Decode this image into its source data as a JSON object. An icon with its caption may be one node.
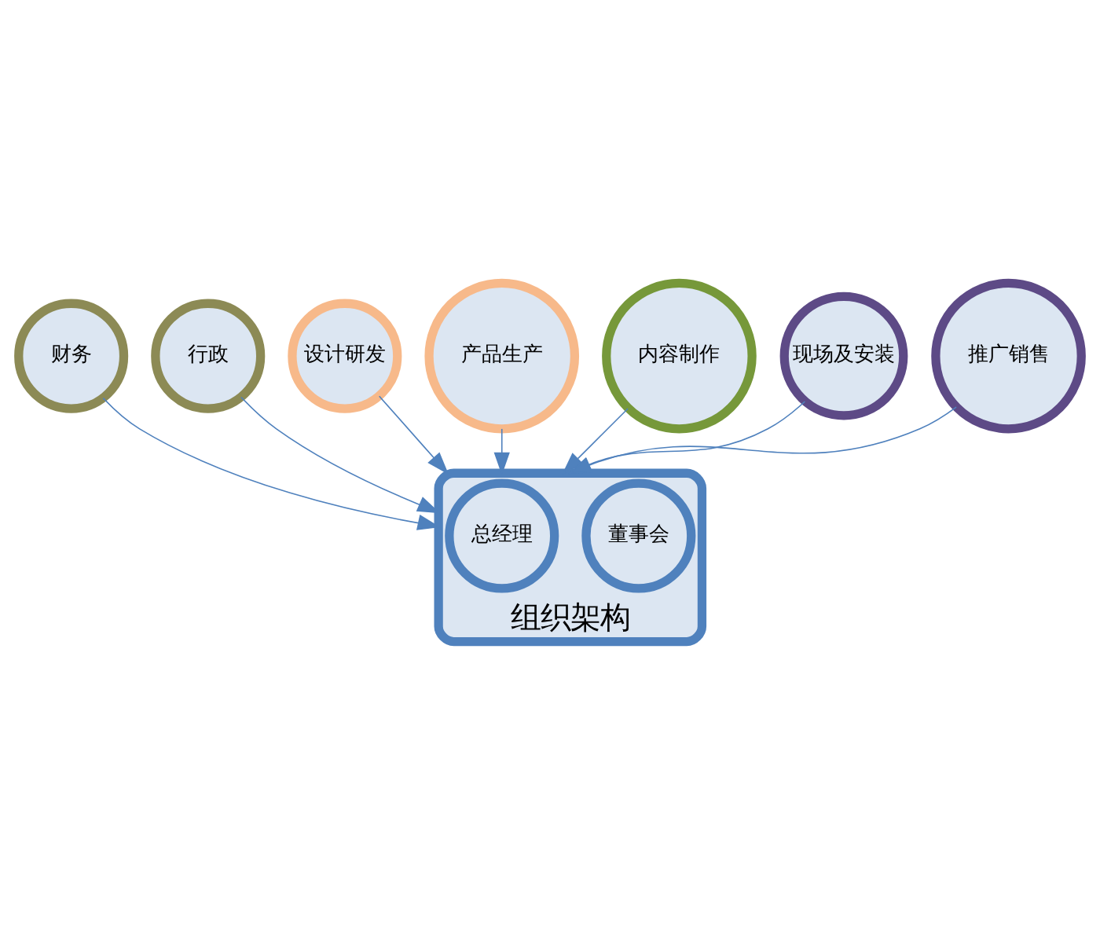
{
  "diagram": {
    "nodes": [
      {
        "text": [
          "组织架构"
        ]
      },
      {
        "text": [
          "财务"
        ]
      },
      {
        "text": [
          "董事会"
        ],
        "in": 0
      },
      {
        "text": [
          "行政"
        ]
      },
      {
        "text": [
          "设计研发"
        ]
      },
      {
        "text": [
          "总经理"
        ],
        "in": 0
      },
      {
        "text": [
          "产品生产"
        ]
      },
      {
        "text": [
          "内容制作"
        ]
      },
      {
        "text": [
          "现场及安装"
        ]
      },
      {
        "text": [
          "推广销售"
        ]
      }
    ],
    "edges": [
      {
        "from": 1,
        "to": 0,
        "arrow": "to"
      },
      {
        "from": 3,
        "to": 0,
        "arrow": "to"
      },
      {
        "from": 4,
        "to": 0,
        "arrow": "to"
      },
      {
        "from": 6,
        "to": 0,
        "arrow": "to"
      },
      {
        "from": 7,
        "to": 0,
        "arrow": "to"
      },
      {
        "from": 8,
        "to": 0,
        "arrow": "to"
      },
      {
        "from": 9,
        "to": 0,
        "arrow": "to"
      }
    ]
  }
}
